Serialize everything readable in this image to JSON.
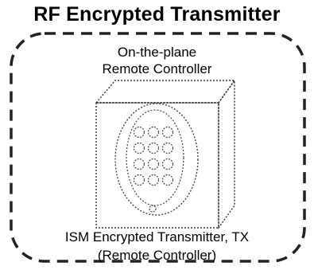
{
  "title": "RF Encrypted Transmitter",
  "upper_label": {
    "line1": "On-the-plane",
    "line2": "Remote Controller"
  },
  "lower_label": {
    "line1": "ISM Encrypted Transmitter, TX",
    "line2": "(Remote Controller)"
  },
  "keypad": {
    "columns": 3,
    "rows": 4
  },
  "colors": {
    "ink": "#000000",
    "dash": "#222222",
    "background": "#ffffff"
  }
}
